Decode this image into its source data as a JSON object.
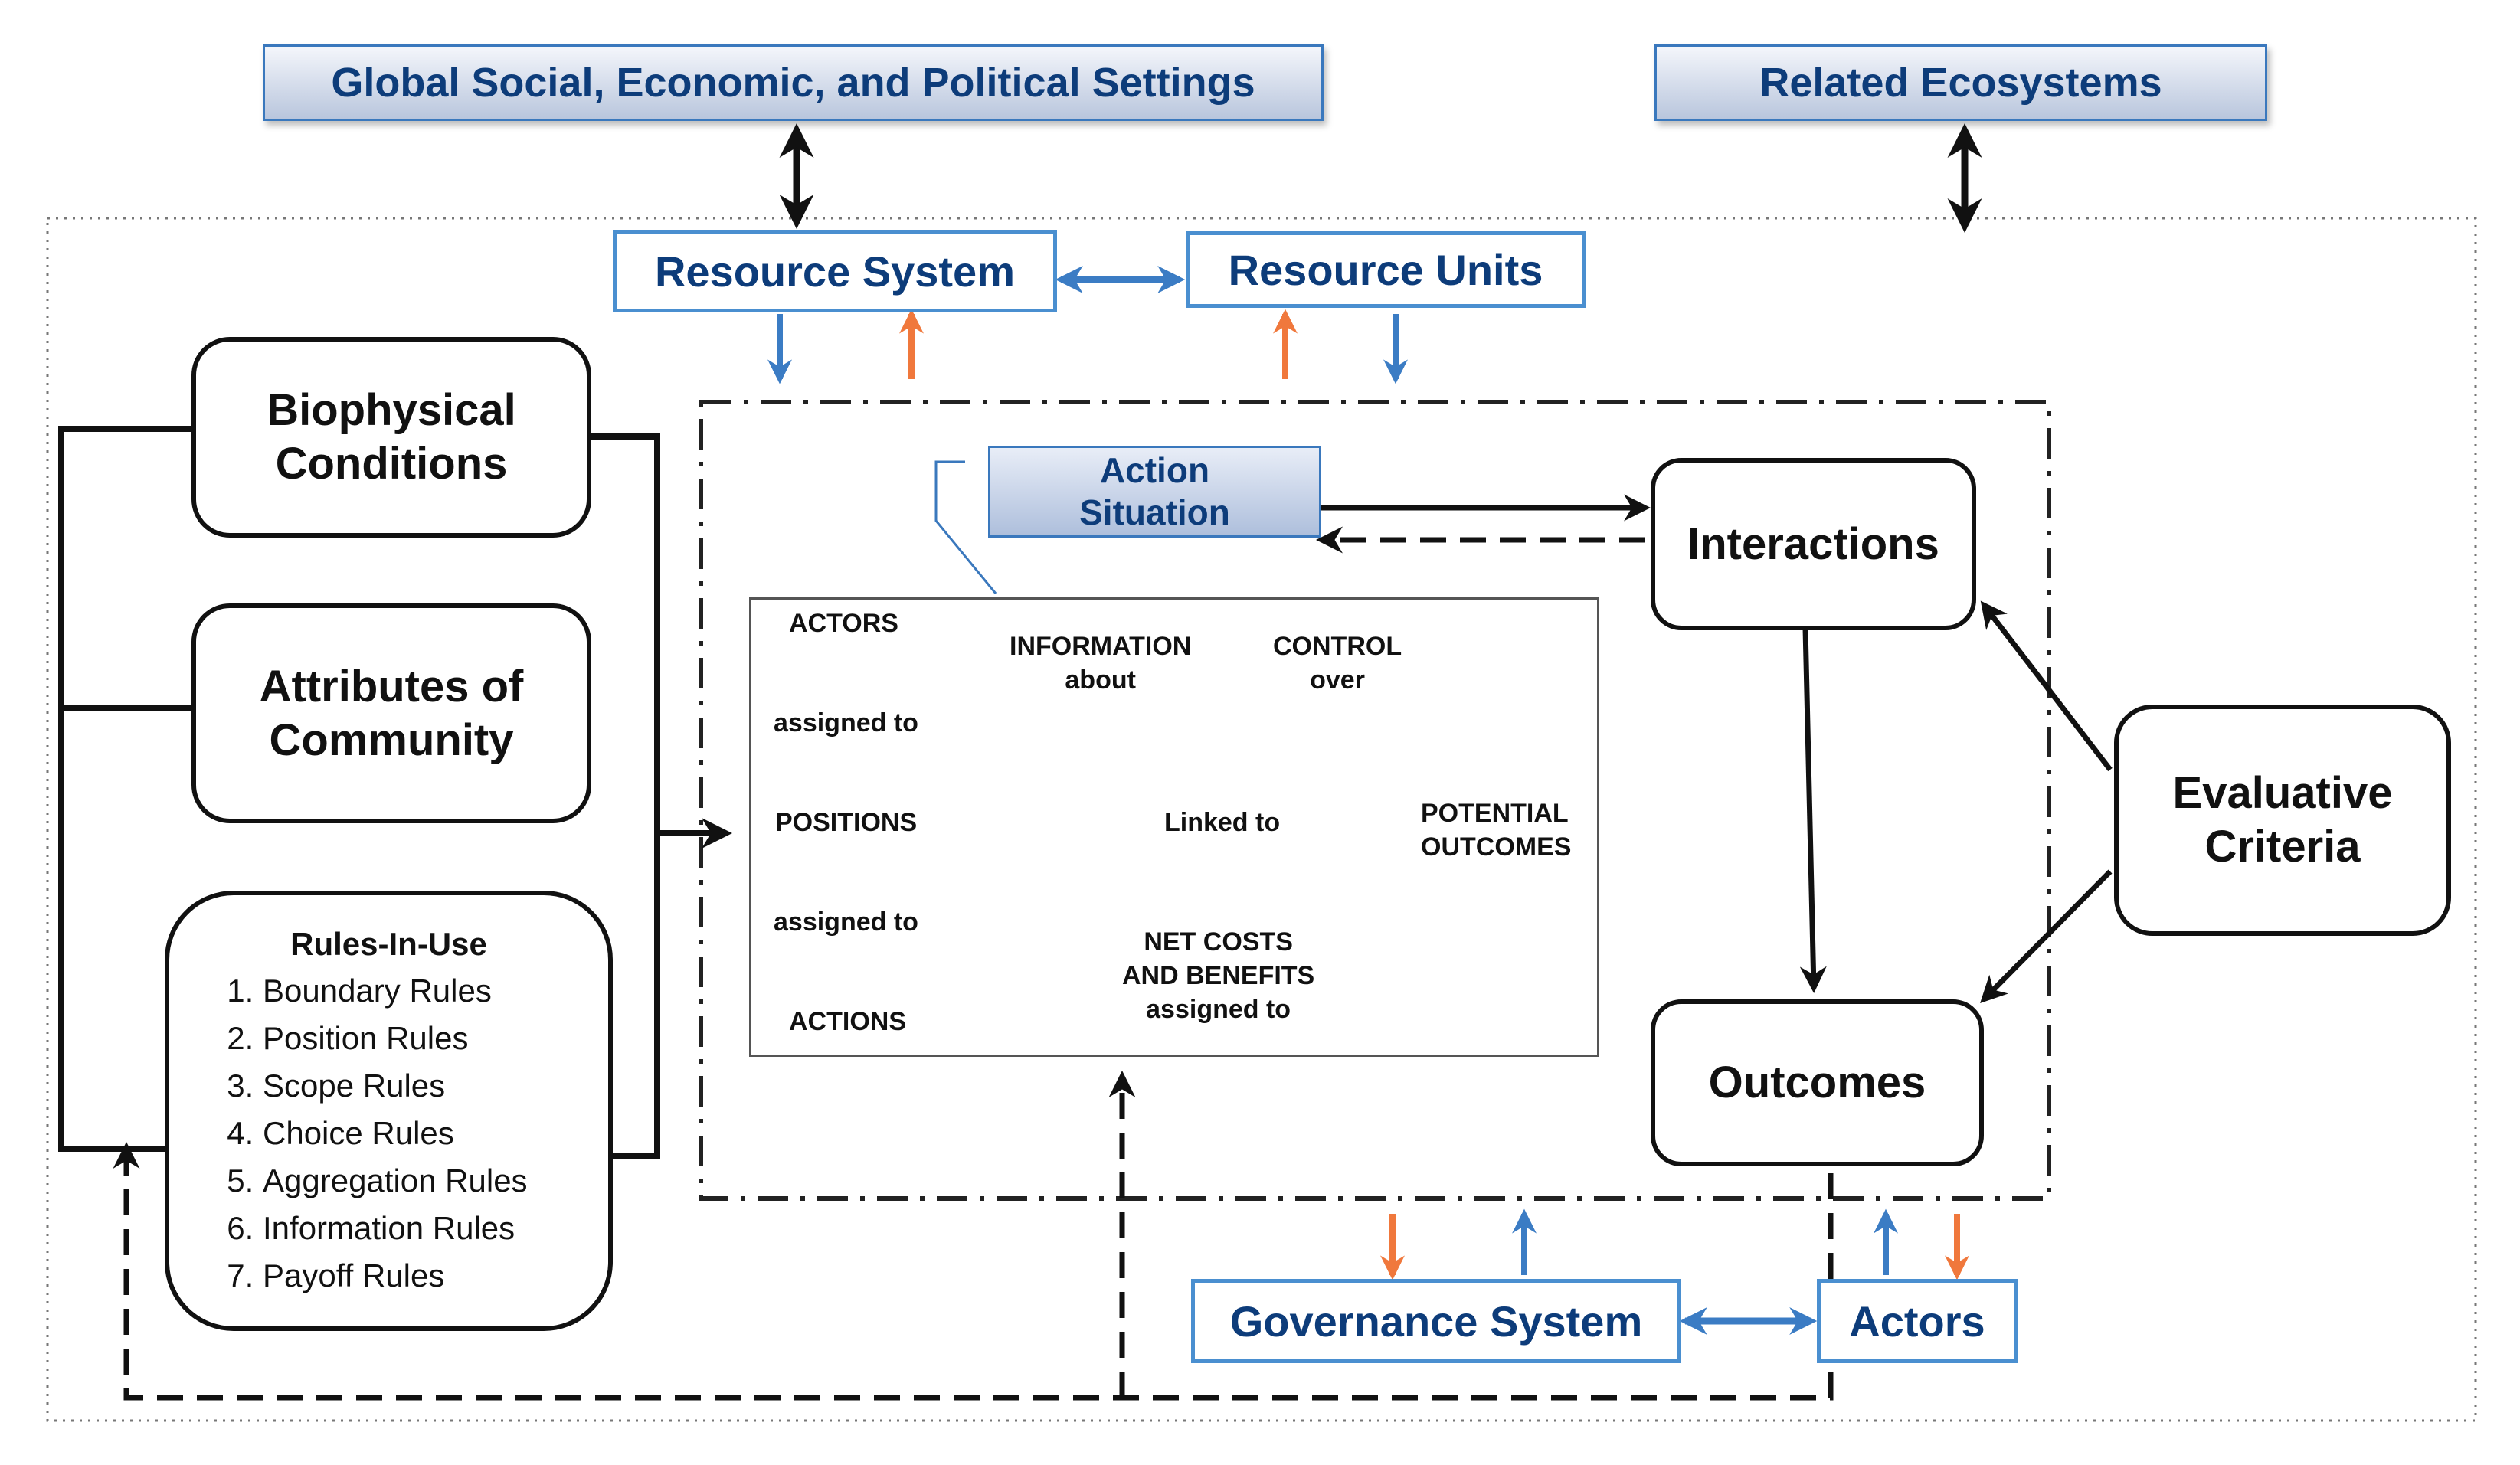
{
  "top_boxes": {
    "global": "Global Social, Economic, and Political Settings",
    "related": "Related Ecosystems"
  },
  "resource_system": "Resource System",
  "resource_units": "Resource Units",
  "governance_system": "Governance System",
  "actors": "Actors",
  "biophysical": [
    "Biophysical",
    "Conditions"
  ],
  "community": [
    "Attributes of",
    "Community"
  ],
  "rules_in_use": {
    "title": "Rules-In-Use",
    "items": [
      "Boundary Rules",
      "Position Rules",
      "Scope Rules",
      "Choice Rules",
      "Aggregation Rules",
      "Information Rules",
      "Payoff Rules"
    ]
  },
  "action_situation": [
    "Action",
    "Situation"
  ],
  "interactions": "Interactions",
  "outcomes": "Outcomes",
  "evaluative_criteria": [
    "Evaluative",
    "Criteria"
  ],
  "inner": {
    "actors": "ACTORS",
    "assigned_to_1": "assigned to",
    "positions": "POSITIONS",
    "assigned_to_2": "assigned to",
    "actions": "ACTIONS",
    "information": [
      "INFORMATION",
      "about"
    ],
    "control": [
      "CONTROL",
      "over"
    ],
    "linked_to": "Linked to",
    "potential_outcomes": [
      "POTENTIAL",
      "OUTCOMES"
    ],
    "net_costs": [
      "NET COSTS",
      "AND BENEFITS",
      "assigned to"
    ]
  },
  "colors": {
    "blue_arrow": "#3b7cc4",
    "orange_arrow": "#f0783c",
    "box_text": "#0d3c7a",
    "box_border": "#4a8fd0"
  }
}
